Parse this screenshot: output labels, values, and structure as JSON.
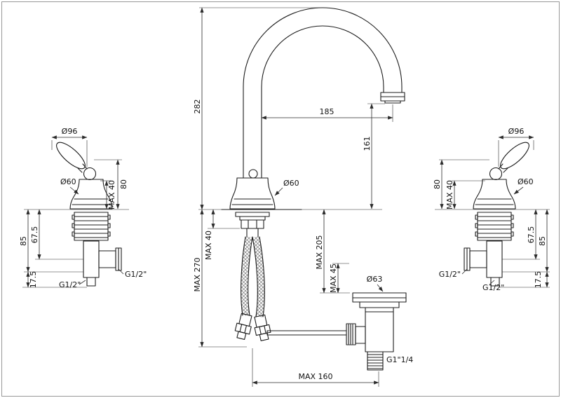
{
  "colors": {
    "line": "#1c1c1c",
    "dimension": "#2a2a2a",
    "background": "#ffffff",
    "frame": "#999999"
  },
  "labels": {
    "left": {
      "dia_handle": "Ø96",
      "dia_body": "Ø60",
      "height_80": "80",
      "max_40": "MAX 40",
      "dim_85": "85",
      "dim_67_5": "67.5",
      "dim_17_5": "17.5",
      "thread_outlet": "G1/2\"",
      "thread_inlet": "G1/2\""
    },
    "spout": {
      "height_282": "282",
      "reach_185": "185",
      "height_161": "161",
      "dia_body": "Ø60",
      "max_40": "MAX 40",
      "max_270": "MAX 270"
    },
    "drain": {
      "max_205": "MAX 205",
      "max_45": "MAX 45",
      "dia_63": "Ø63",
      "thread": "G1\"1/4",
      "max_160": "MAX 160"
    },
    "right": {
      "dia_handle": "Ø96",
      "height_80": "80",
      "max_40": "MAX 40",
      "dia_body": "Ø60",
      "dim_67_5": "67.5",
      "dim_85": "85",
      "dim_17_5": "17.5",
      "thread_outlet": "G1/2\"",
      "thread_inlet": "G1/2\""
    }
  }
}
